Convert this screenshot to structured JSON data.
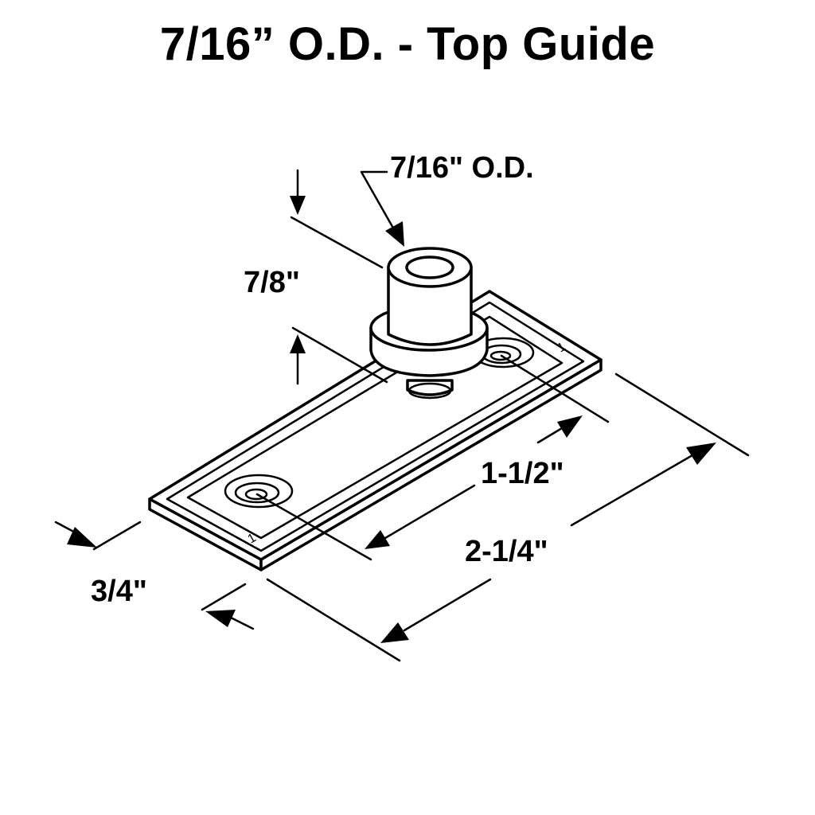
{
  "title": "7/16” O.D. - Top Guide",
  "dimensions": {
    "od": "7/16\" O.D.",
    "height": "7/8\"",
    "hole_spacing": "1-1/2\"",
    "length": "2-1/4\"",
    "width": "3/4\""
  },
  "plate_marks": {
    "mark_top": "1",
    "mark_bottom": "1"
  }
}
